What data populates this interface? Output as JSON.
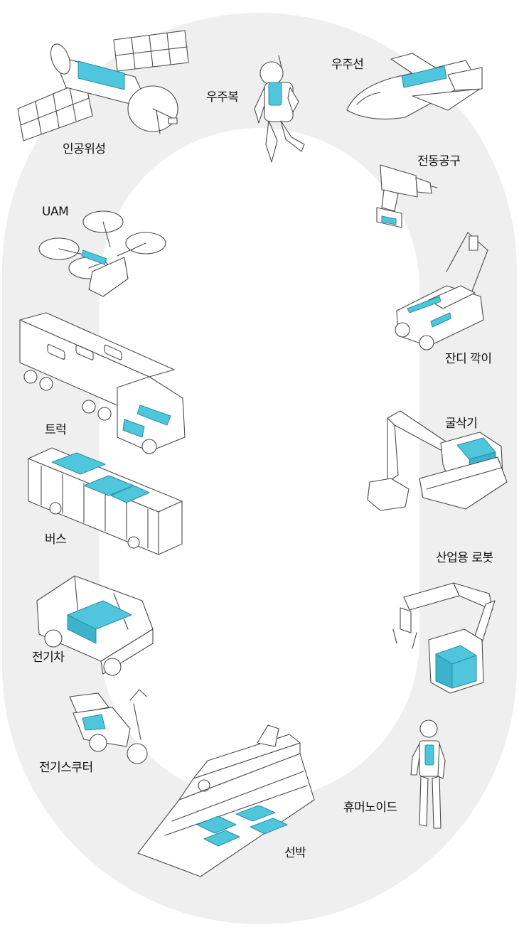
{
  "colors": {
    "track": "#efefef",
    "battery": "#4fc6dc",
    "line": "#4a4a4a"
  },
  "items": {
    "satellite": "인공위성",
    "spacesuit": "우주복",
    "spaceship": "우주선",
    "power_tool": "전동공구",
    "uam": "UAM",
    "lawn_mower": "잔디 깍이",
    "truck": "트럭",
    "excavator": "굴삭기",
    "bus": "버스",
    "industrial_robot": "산업용 로봇",
    "electric_car": "전기차",
    "electric_scooter": "전기스쿠터",
    "humanoid": "휴머노이드",
    "ship": "선박"
  }
}
